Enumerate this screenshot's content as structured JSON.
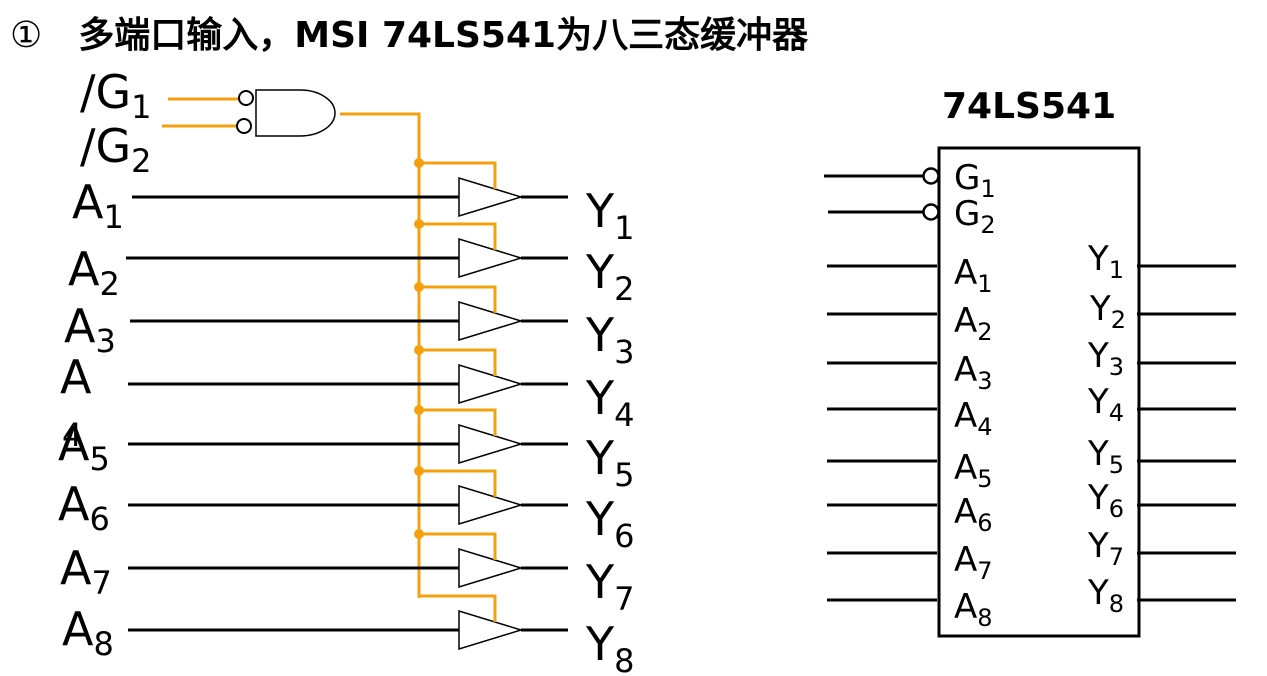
{
  "heading": {
    "number": "①",
    "text": "多端口输入，MSI 74LS541为八三态缓冲器"
  },
  "circuit": {
    "enable_inputs": [
      {
        "main": "/G",
        "sub": "1"
      },
      {
        "main": "/G",
        "sub": "2"
      }
    ],
    "inputs": [
      {
        "main": "A",
        "sub": "1"
      },
      {
        "main": "A",
        "sub": "2"
      },
      {
        "main": "A",
        "sub": "3"
      },
      {
        "main": "A",
        "sub": "4"
      },
      {
        "main": "A",
        "sub": "5"
      },
      {
        "main": "A",
        "sub": "6"
      },
      {
        "main": "A",
        "sub": "7"
      },
      {
        "main": "A",
        "sub": "8"
      }
    ],
    "outputs": [
      {
        "main": "Y",
        "sub": "1"
      },
      {
        "main": "Y",
        "sub": "2"
      },
      {
        "main": "Y",
        "sub": "3"
      },
      {
        "main": "Y",
        "sub": "4"
      },
      {
        "main": "Y",
        "sub": "5"
      },
      {
        "main": "Y",
        "sub": "6"
      },
      {
        "main": "Y",
        "sub": "7"
      },
      {
        "main": "Y",
        "sub": "8"
      }
    ]
  },
  "chip": {
    "title": "74LS541",
    "enable_pins": [
      {
        "main": "G",
        "sub": "1"
      },
      {
        "main": "G",
        "sub": "2"
      }
    ],
    "input_pins": [
      {
        "main": "A",
        "sub": "1"
      },
      {
        "main": "A",
        "sub": "2"
      },
      {
        "main": "A",
        "sub": "3"
      },
      {
        "main": "A",
        "sub": "4"
      },
      {
        "main": "A",
        "sub": "5"
      },
      {
        "main": "A",
        "sub": "6"
      },
      {
        "main": "A",
        "sub": "7"
      },
      {
        "main": "A",
        "sub": "8"
      }
    ],
    "output_pins": [
      {
        "main": "Y",
        "sub": "1"
      },
      {
        "main": "Y",
        "sub": "2"
      },
      {
        "main": "Y",
        "sub": "3"
      },
      {
        "main": "Y",
        "sub": "4"
      },
      {
        "main": "Y",
        "sub": "5"
      },
      {
        "main": "Y",
        "sub": "6"
      },
      {
        "main": "Y",
        "sub": "7"
      },
      {
        "main": "Y",
        "sub": "8"
      }
    ]
  },
  "colors": {
    "enable_wire": "#f5a10f",
    "wire": "#000000"
  }
}
